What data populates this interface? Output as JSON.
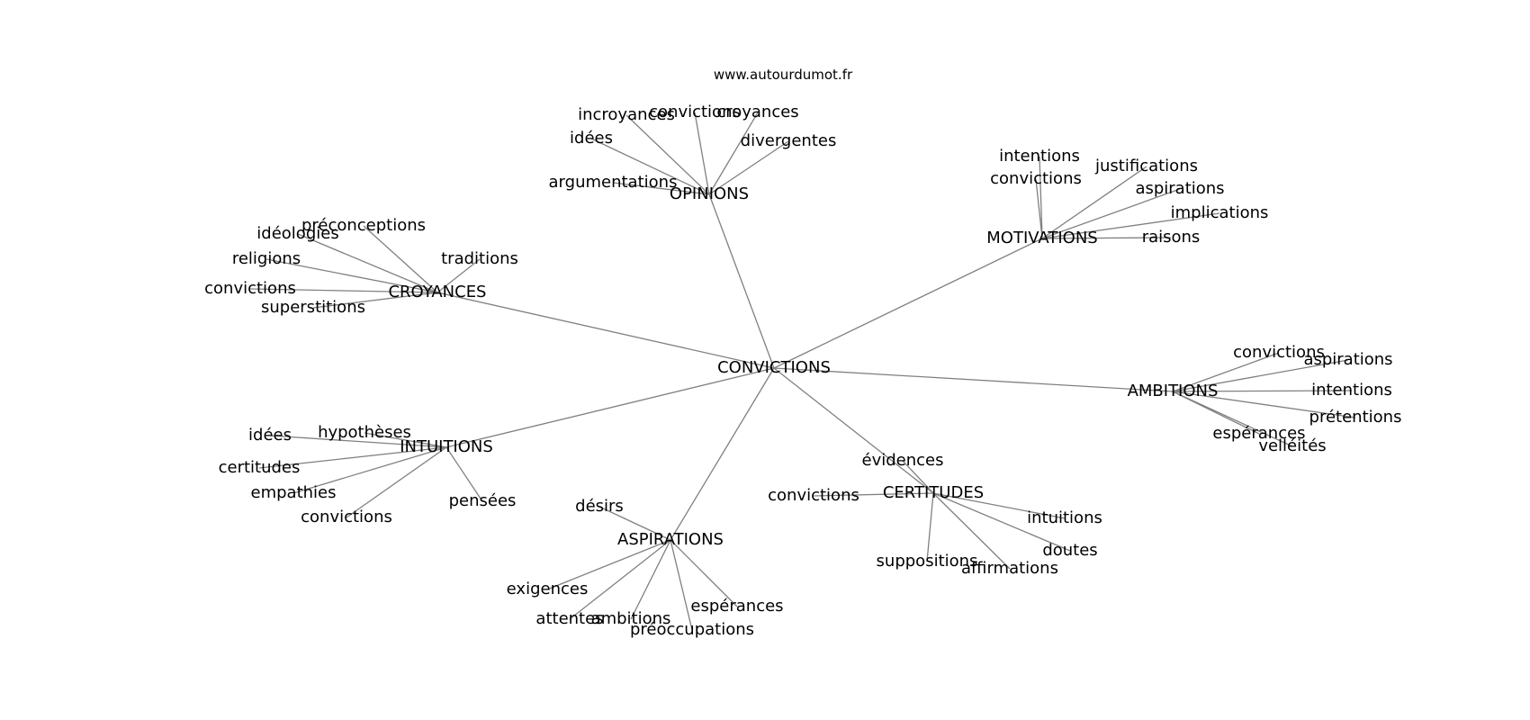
{
  "site": "www.autourdumot.fr",
  "graph": {
    "center": "CONVICTIONS",
    "hubs": [
      {
        "label": "OPINIONS",
        "leaves": [
          "incroyances",
          "convictions",
          "croyances",
          "idées",
          "divergentes",
          "argumentations"
        ]
      },
      {
        "label": "CROYANCES",
        "leaves": [
          "préconceptions",
          "idéologies",
          "religions",
          "traditions",
          "convictions",
          "superstitions"
        ]
      },
      {
        "label": "MOTIVATIONS",
        "leaves": [
          "intentions",
          "justifications",
          "convictions",
          "aspirations",
          "implications",
          "raisons"
        ]
      },
      {
        "label": "AMBITIONS",
        "leaves": [
          "convictions",
          "aspirations",
          "intentions",
          "prétentions",
          "espérances",
          "velléités"
        ]
      },
      {
        "label": "INTUITIONS",
        "leaves": [
          "hypothèses",
          "idées",
          "certitudes",
          "empathies",
          "convictions",
          "pensées"
        ]
      },
      {
        "label": "CERTITUDES",
        "leaves": [
          "évidences",
          "convictions",
          "intuitions",
          "doutes",
          "suppositions",
          "affirmations"
        ]
      },
      {
        "label": "ASPIRATIONS",
        "leaves": [
          "désirs",
          "exigences",
          "attentes",
          "ambitions",
          "espérances",
          "préoccupations"
        ]
      }
    ]
  }
}
